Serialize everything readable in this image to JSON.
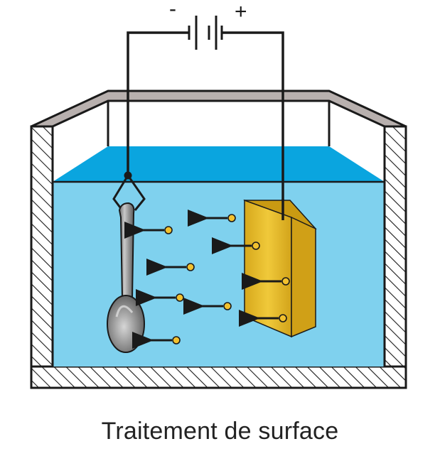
{
  "diagram": {
    "caption": "Traitement de surface",
    "battery": {
      "negative_label": "-",
      "positive_label": "+"
    },
    "colors": {
      "electrolyte_surface": "#0aa5df",
      "electrolyte_body": "#7fd1ee",
      "tank_wall": "#1a1a1a",
      "tank_rim": "#b8b0ae",
      "anode_front": "#e1b524",
      "anode_side": "#c99a12",
      "ion_dot": "#f2c12e",
      "spoon": "#9a9a9a",
      "wire": "#1a1a1a"
    },
    "ions": {
      "count": 9,
      "direction": "toward-spoon"
    }
  }
}
